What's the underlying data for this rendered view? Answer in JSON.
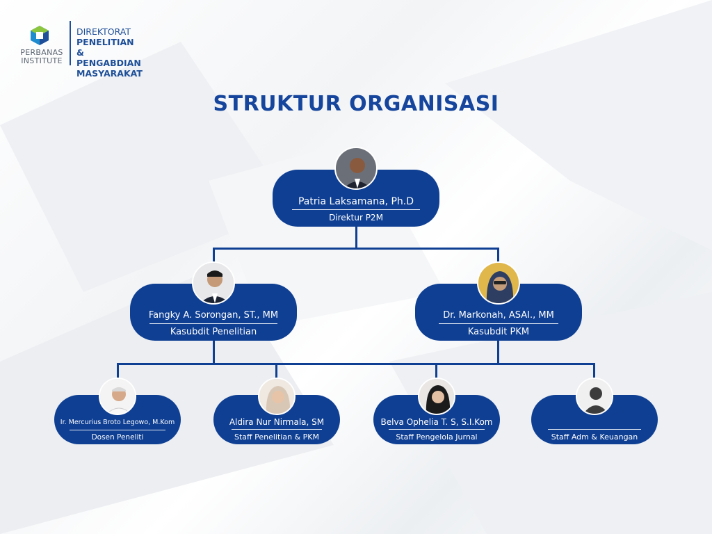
{
  "header": {
    "logo_line1": "PERBANAS",
    "logo_line2": "INSTITUTE",
    "dept_line1": "DIREKTORAT",
    "dept_line2": "PENELITIAN &",
    "dept_line3": "PENGABDIAN MASYARAKAT"
  },
  "title": "STRUKTUR ORGANISASI",
  "org": {
    "director": {
      "name": "Patria Laksamana, Ph.D",
      "role": "Direktur P2M"
    },
    "sub_left": {
      "name": "Fangky A. Sorongan, ST., MM",
      "role": "Kasubdit Penelitian"
    },
    "sub_right": {
      "name": "Dr. Markonah, ASAI., MM",
      "role": "Kasubdit PKM"
    },
    "staff": [
      {
        "name": "Ir. Mercurius Broto Legowo, M.Kom",
        "role": "Dosen Peneliti"
      },
      {
        "name": "Aldira Nur Nirmala, SM",
        "role": "Staff Penelitian & PKM"
      },
      {
        "name": "Belva Ophelia T. S, S.I.Kom",
        "role": "Staff Pengelola Jurnal"
      },
      {
        "name": "",
        "role": "Staff Adm & Keuangan"
      }
    ]
  },
  "colors": {
    "primary": "#0f3f93",
    "title": "#15459c"
  }
}
